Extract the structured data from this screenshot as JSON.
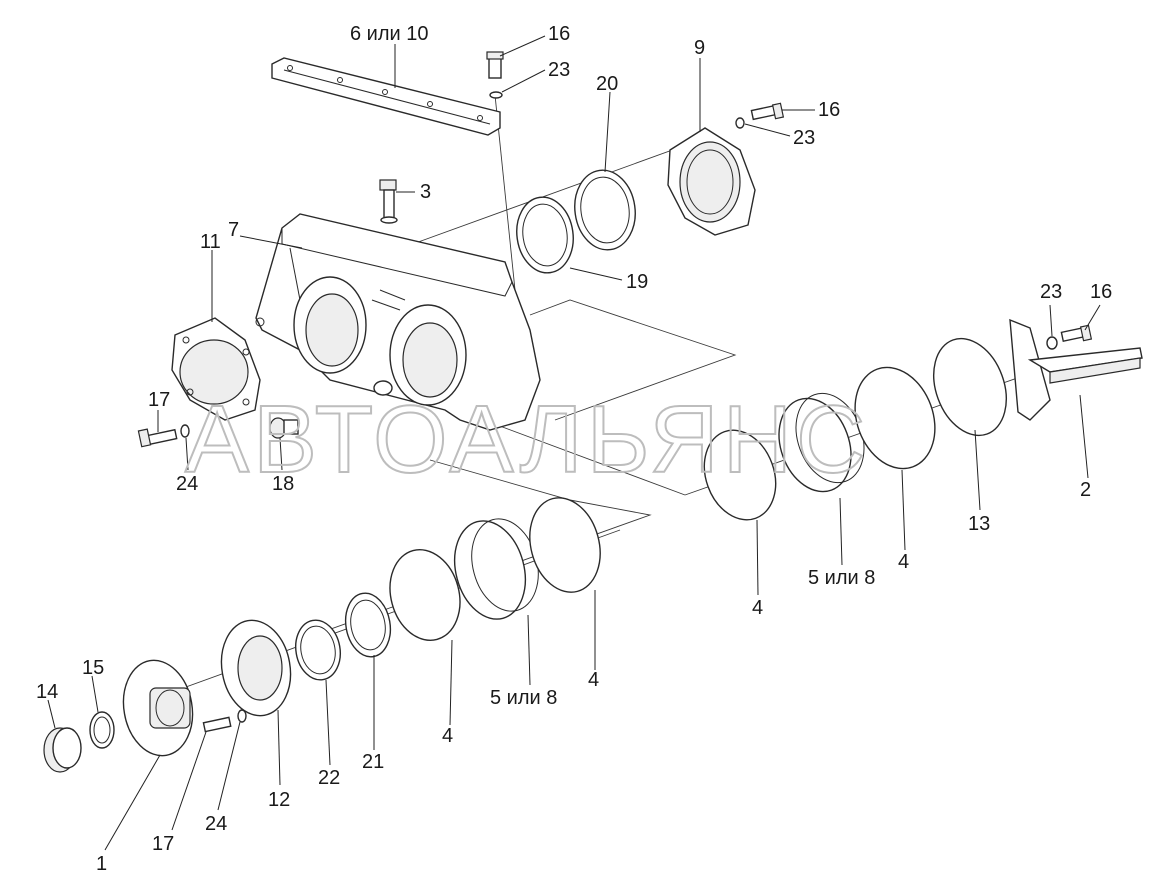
{
  "watermark": "АВТОАЛЬЯНС",
  "callouts": {
    "c6or10": "6 или 10",
    "c16a": "16",
    "c23a": "23",
    "c20": "20",
    "c9": "9",
    "c16b": "16",
    "c23b": "23",
    "c3": "3",
    "c11": "11",
    "c7": "7",
    "c19": "19",
    "c23c": "23",
    "c16c": "16",
    "c17a": "17",
    "c24a": "24",
    "c18": "18",
    "c2": "2",
    "c13": "13",
    "c4a": "4",
    "c5or8a": "5 или 8",
    "c4b": "4",
    "c4c": "4",
    "c5or8b": "5 или 8",
    "c4d": "4",
    "c14": "14",
    "c15": "15",
    "c21": "21",
    "c22": "22",
    "c12": "12",
    "c24b": "24",
    "c17b": "17",
    "c1": "1"
  }
}
